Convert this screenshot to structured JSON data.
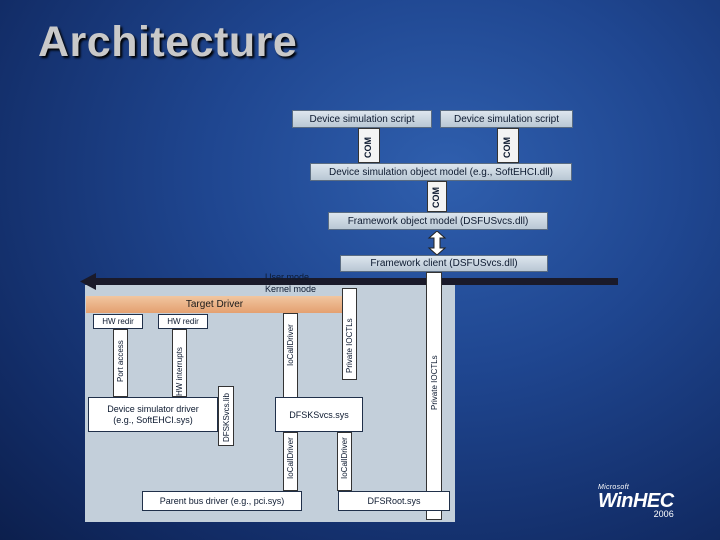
{
  "slide": {
    "title": "Architecture"
  },
  "top": {
    "script_left": "Device simulation script",
    "script_right": "Device simulation script",
    "com_left": "COM",
    "com_right": "COM",
    "object_model": "Device simulation object model (e.g., SoftEHCI.dll)",
    "com_mid": "COM",
    "framework_object_model": "Framework object model (DSFUSvcs.dll)",
    "framework_client": "Framework client (DSFUSvcs.dll)"
  },
  "boundary": {
    "user_mode": "User mode",
    "kernel_mode": "Kernel mode"
  },
  "kernel": {
    "target_driver": "Target Driver",
    "hw_redir_1": "HW redir",
    "hw_redir_2": "HW redir",
    "port_access": "Port access",
    "hw_interrupts": "HW interrupts",
    "dfsksvcs_lib": "DFSKSvcs.lib",
    "simulator_driver_line1": "Device simulator driver",
    "simulator_driver_line2": "(e.g., SoftEHCI.sys)",
    "iocall_upper": "IoCallDriver",
    "private_ioctls_left": "Private IOCTLs",
    "private_ioctls_right": "Private IOCTLs",
    "dfsksvcs_sys": "DFSKSvcs.sys",
    "iocall_lower_left": "IoCallDriver",
    "iocall_lower_right": "IoCallDriver",
    "parent_bus": "Parent bus driver (e.g., pci.sys)",
    "dfsroot": "DFSRoot.sys"
  },
  "logo": {
    "microsoft": "Microsoft",
    "brand": "WinHEC",
    "year": "2006"
  },
  "colors": {
    "background": "#1f4690",
    "target_driver": "#e9ab7c",
    "panel": "#c3cfda",
    "bar": "#c9d5e0"
  }
}
